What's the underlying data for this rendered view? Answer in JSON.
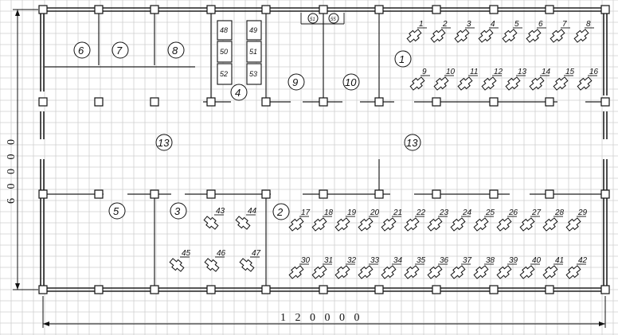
{
  "dimensions": {
    "width_label": "1 2 0 0 0 0",
    "height_label": "6 0 0 0 0"
  },
  "zones": [
    {
      "id": "1",
      "label": "1"
    },
    {
      "id": "2",
      "label": "2"
    },
    {
      "id": "3",
      "label": "3"
    },
    {
      "id": "4",
      "label": "4"
    },
    {
      "id": "5",
      "label": "5"
    },
    {
      "id": "6",
      "label": "6"
    },
    {
      "id": "7",
      "label": "7"
    },
    {
      "id": "8",
      "label": "8"
    },
    {
      "id": "9",
      "label": "9"
    },
    {
      "id": "10",
      "label": "10"
    },
    {
      "id": "13a",
      "label": "13"
    },
    {
      "id": "13b",
      "label": "13"
    }
  ],
  "cabinet_labels": [
    "48",
    "49",
    "50",
    "51",
    "52",
    "53"
  ],
  "small_marks": [
    "51",
    "55"
  ],
  "machines": {
    "top_row": [
      "1",
      "2",
      "3",
      "4",
      "5",
      "6",
      "7",
      "8"
    ],
    "second_row": [
      "9",
      "10",
      "11",
      "12",
      "13",
      "14",
      "15",
      "16"
    ],
    "lower_row_1": [
      "17",
      "18",
      "19",
      "20",
      "21",
      "22",
      "23",
      "24",
      "25",
      "26",
      "27",
      "28",
      "29"
    ],
    "lower_row_2": [
      "30",
      "31",
      "32",
      "33",
      "34",
      "35",
      "36",
      "37",
      "38",
      "39",
      "40",
      "41",
      "42"
    ],
    "zone3_top": [
      "43",
      "44"
    ],
    "zone3_bottom": [
      "45",
      "46",
      "47"
    ]
  }
}
